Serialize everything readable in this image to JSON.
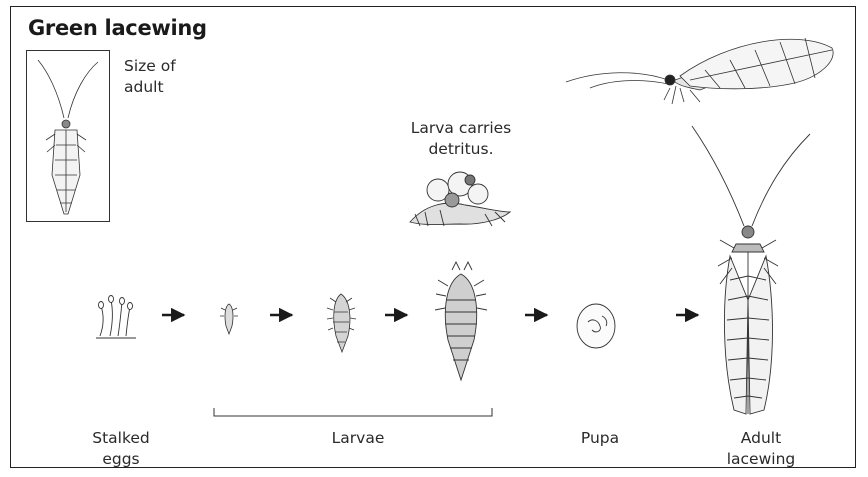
{
  "title": "Green lacewing",
  "inset_label": [
    "Size of",
    "adult"
  ],
  "larva_note": [
    "Larva carries",
    "detritus."
  ],
  "stages": {
    "eggs": [
      "Stalked",
      "eggs"
    ],
    "larvae": "Larvae",
    "pupa": "Pupa",
    "adult": [
      "Adult",
      "lacewing"
    ]
  },
  "colors": {
    "ink": "#2a2a2a",
    "frame": "#222222"
  }
}
